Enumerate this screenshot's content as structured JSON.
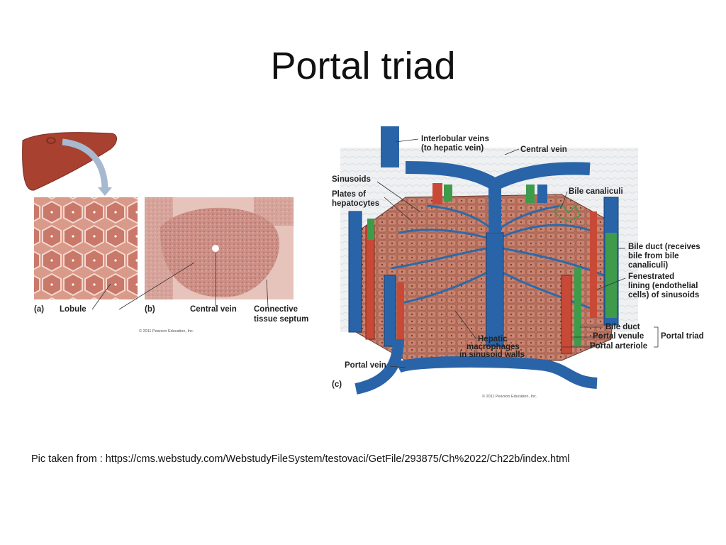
{
  "slide": {
    "title": "Portal triad",
    "source_note": "Pic taken from : https://cms.webstudy.com/WebstudyFileSystem/testovaci/GetFile/293875/Ch%2022/Ch22b/index.html"
  },
  "figure_left": {
    "panel_a": "(a)",
    "panel_b": "(b)",
    "label_lobule": "Lobule",
    "label_central_vein": "Central vein",
    "label_septum_1": "Connective",
    "label_septum_2": "tissue septum",
    "copyright": "© 2011 Pearson Education, Inc."
  },
  "figure_right": {
    "panel_c": "(c)",
    "label_interlobular_1": "Interlobular veins",
    "label_interlobular_2": "(to hepatic vein)",
    "label_central_vein": "Central vein",
    "label_sinusoids": "Sinusoids",
    "label_plates_1": "Plates of",
    "label_plates_2": "hepatocytes",
    "label_bile_canaliculi": "Bile canaliculi",
    "label_bile_duct_1": "Bile duct (receives",
    "label_bile_duct_2": "bile from bile",
    "label_bile_duct_3": "canaliculi)",
    "label_fenestrated_1": "Fenestrated",
    "label_fenestrated_2": "lining (endothelial",
    "label_fenestrated_3": "cells) of sinusoids",
    "label_bile_duct_small": "Bile duct",
    "label_portal_venule": "Portal venule",
    "label_portal_arteriole": "Portal arteriole",
    "label_portal_triad": "Portal triad",
    "label_hepatic_1": "Hepatic",
    "label_hepatic_2": "macrophages",
    "label_hepatic_3": "in sinusoid walls",
    "label_portal_vein": "Portal vein",
    "copyright": "© 2011 Pearson Education, Inc."
  }
}
